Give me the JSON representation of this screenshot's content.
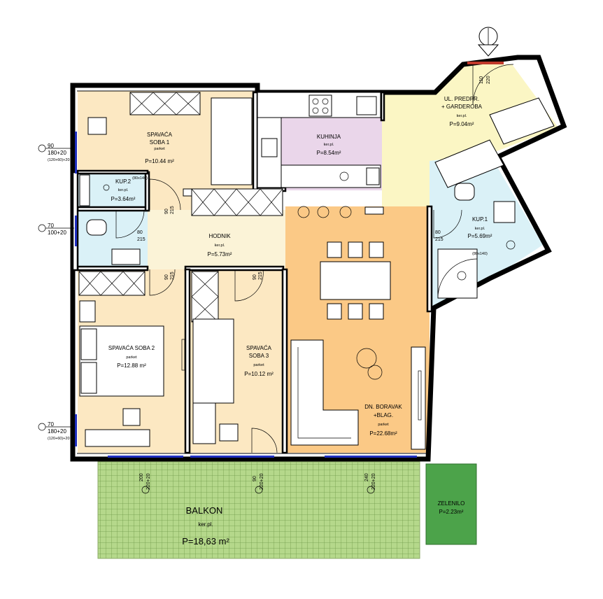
{
  "rooms": {
    "spavaca1": {
      "name1": "SPAVAĆA",
      "name2": "SOBA 1",
      "floor": "parket",
      "area": "P=10.44 m²"
    },
    "kuhinja": {
      "name": "KUHINJA",
      "floor": "ker.pl.",
      "area": "P=8.54m²"
    },
    "predprostor": {
      "name1": "UL. PREDPR.",
      "name2": "+ GARDEROBA",
      "floor": "ker.pl.",
      "area": "P=9.04m²"
    },
    "kup2": {
      "name": "KUP.2",
      "size": "(80x140)",
      "floor": "ker.pl.",
      "area": "P=3.64m²"
    },
    "hodnik": {
      "name": "HODNIK",
      "floor": "ker.pl.",
      "area": "P=5.73m²"
    },
    "kup1": {
      "name": "KUP.1",
      "floor": "ker.pl.",
      "area": "P=5.69m²",
      "size": "(80x140)"
    },
    "spavaca2": {
      "name": "SPAVAĆA SOBA 2",
      "floor": "parket",
      "area": "P=12.88 m²"
    },
    "spavaca3": {
      "name1": "SPAVAĆA",
      "name2": "SOBA 3",
      "floor": "parket",
      "area": "P=10.12 m²"
    },
    "boravak": {
      "name1": "DN. BORAVAK",
      "name2": "+BLAG.",
      "floor": "parket",
      "area": "P=22.68m²"
    },
    "balkon": {
      "name": "BALKON",
      "floor": "ker.pl.",
      "area": "P=18,63 m²"
    },
    "zelenilo": {
      "name": "ZELENILO",
      "area": "P=2.23m²"
    }
  },
  "windows": {
    "w1": {
      "a": "90",
      "b": "180+20",
      "c": "(120+60)+20"
    },
    "w2": {
      "a": "70",
      "b": "100+20"
    },
    "w3": {
      "a": "70",
      "b": "180+20",
      "c": "(120+60)+20"
    }
  },
  "doors": {
    "entry": {
      "a": "110",
      "b": "220"
    },
    "kup2": {
      "a": "80",
      "b": "215"
    },
    "kup1": {
      "a": "80",
      "b": "215"
    },
    "soba1": {
      "a": "90",
      "b": "215"
    },
    "soba2": {
      "a": "90",
      "b": "215"
    },
    "soba3": {
      "a": "90",
      "b": "215"
    },
    "balk1": {
      "a": "200",
      "b": "220+20"
    },
    "balk2": {
      "a": "90",
      "b": "220+20"
    },
    "balk3": {
      "a": "240",
      "b": "220+20"
    }
  },
  "colors": {
    "bedroom": "#fce8c2",
    "kitchen": "#ead6ea",
    "entry": "#fbf6c4",
    "bath": "#daf1f7",
    "hall": "#fbf3d7",
    "living": "#fbc986",
    "balcony": "#b5d88b",
    "green": "#4ca34a",
    "window": "#1f2fbf"
  }
}
